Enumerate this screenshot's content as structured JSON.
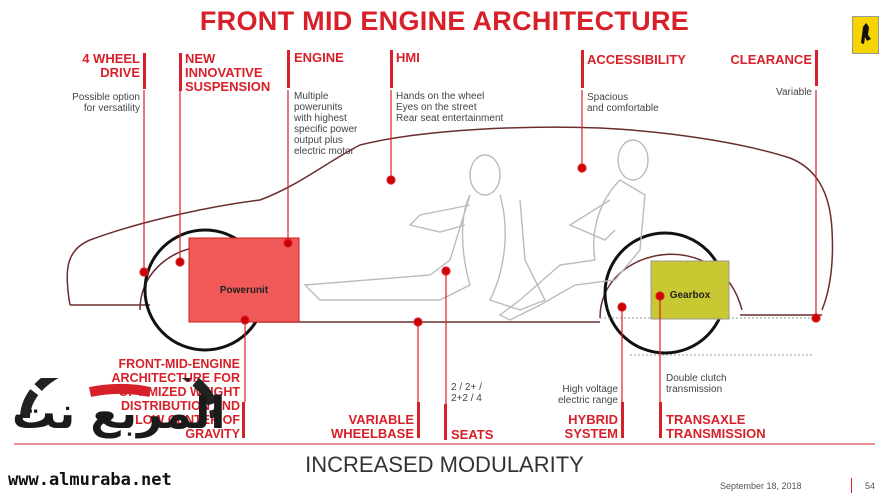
{
  "title": "FRONT MID ENGINE ARCHITECTURE",
  "labels": {
    "four_wheel_drive": "4 WHEEL DRIVE",
    "four_wheel_drive_desc": [
      "Possible option",
      "for versatility"
    ],
    "suspension": [
      "NEW",
      "INNOVATIVE",
      "SUSPENSION"
    ],
    "engine": "ENGINE",
    "engine_desc": [
      "Multiple",
      "powerunits",
      "with highest",
      "specific power",
      "output plus",
      "electric motor"
    ],
    "hmi": "HMI",
    "hmi_desc": [
      "Hands on the wheel",
      "Eyes on the street",
      "Rear seat entertainment"
    ],
    "accessibility": "ACCESSIBILITY",
    "accessibility_desc": [
      "Spacious",
      "and comfortable"
    ],
    "clearance": "CLEARANCE",
    "clearance_desc": "Variable",
    "front_mid": [
      "FRONT-MID-ENGINE",
      "ARCHITECTURE FOR",
      "OPTIMIZED WEIGHT",
      "DISTRIBUTION AND",
      "LOW CENTER OF",
      "GRAVITY"
    ],
    "wheelbase": [
      "VARIABLE",
      "WHEELBASE"
    ],
    "seats": "SEATS",
    "seats_desc": [
      "2 / 2+ /",
      "2+2 / 4"
    ],
    "hybrid": [
      "HYBRID",
      "SYSTEM"
    ],
    "hybrid_desc": [
      "High voltage",
      "electric range"
    ],
    "transaxle": [
      "TRANSAXLE",
      "TRANSMISSION"
    ],
    "transaxle_desc": [
      "Double clutch",
      "transmission"
    ],
    "powerunit": "Powerunit",
    "gearbox": "Gearbox"
  },
  "footer": "INCREASED MODULARITY",
  "date": "September 18, 2018",
  "page_number": "54",
  "watermark_url": "www.almuraba.net",
  "watermark_arabic": "المربع نت",
  "colors": {
    "accent": "#d8202a",
    "powerunit": "#f25a5a",
    "gearbox": "#c8c832"
  }
}
